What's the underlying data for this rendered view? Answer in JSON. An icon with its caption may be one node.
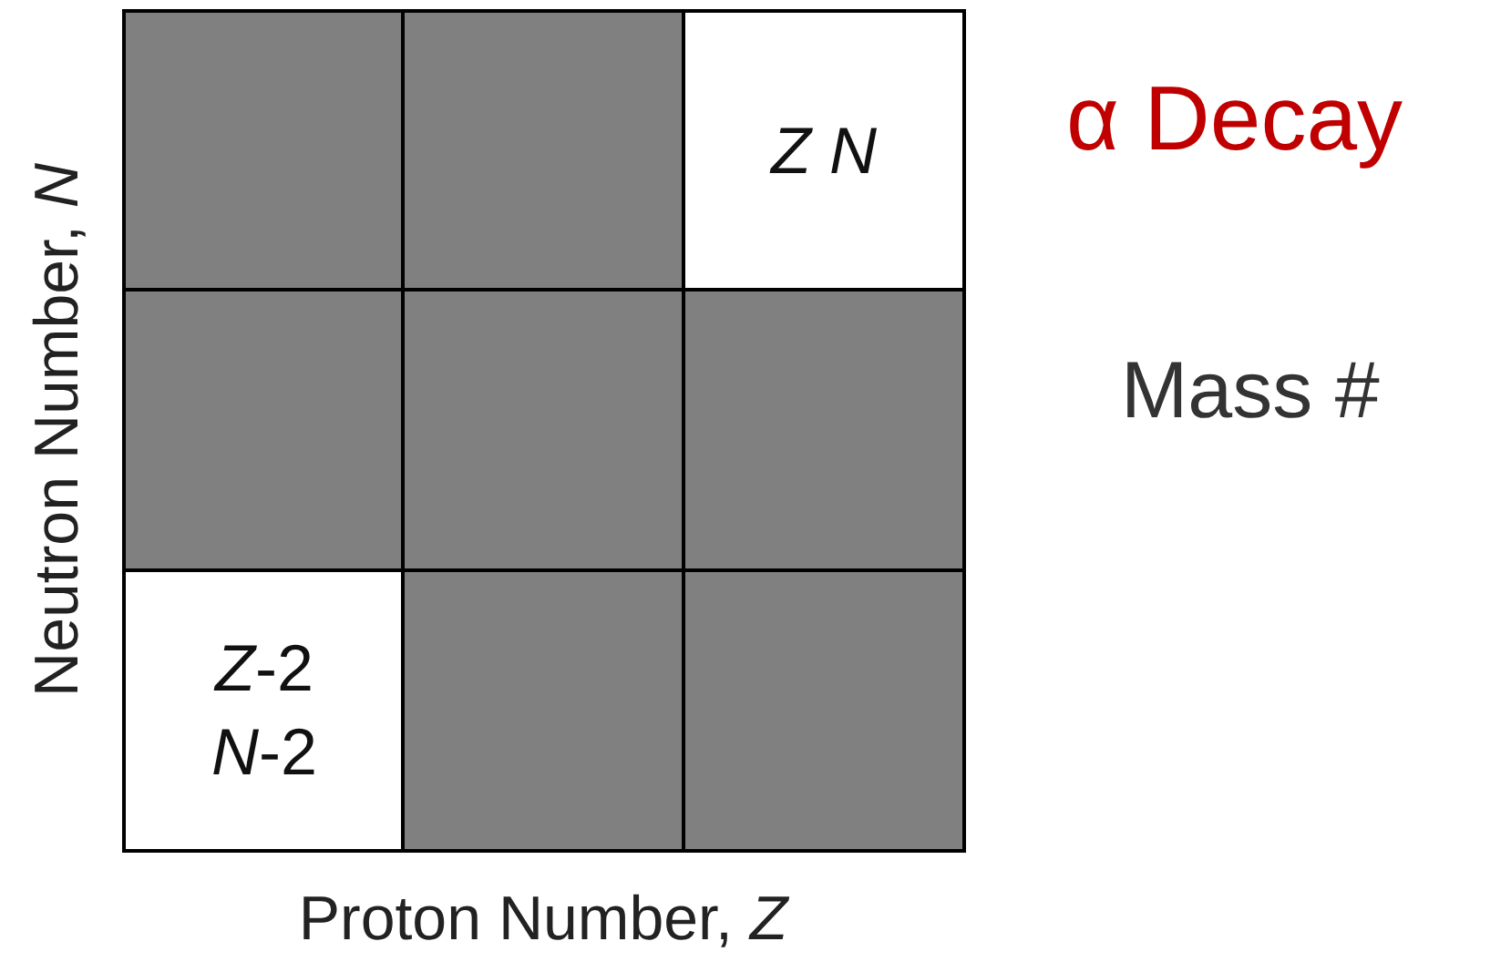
{
  "diagram": {
    "title": "α Decay",
    "nodes": [
      {
        "text": [],
        "shape": "box"
      },
      {
        "text": [],
        "shape": "box"
      },
      {
        "text": [
          "Z N"
        ]
      },
      {
        "text": [],
        "shape": "box"
      },
      {
        "text": [],
        "shape": "box"
      },
      {
        "text": [],
        "shape": "box"
      },
      {
        "text": [
          "*Z*-2 *N*-2"
        ]
      },
      {
        "text": [],
        "shape": "box"
      },
      {
        "text": [],
        "shape": "box"
      }
    ],
    "labels": [
      "Mass #",
      "Neutron Number, *N*",
      "Proton Number, *Z*"
    ]
  }
}
